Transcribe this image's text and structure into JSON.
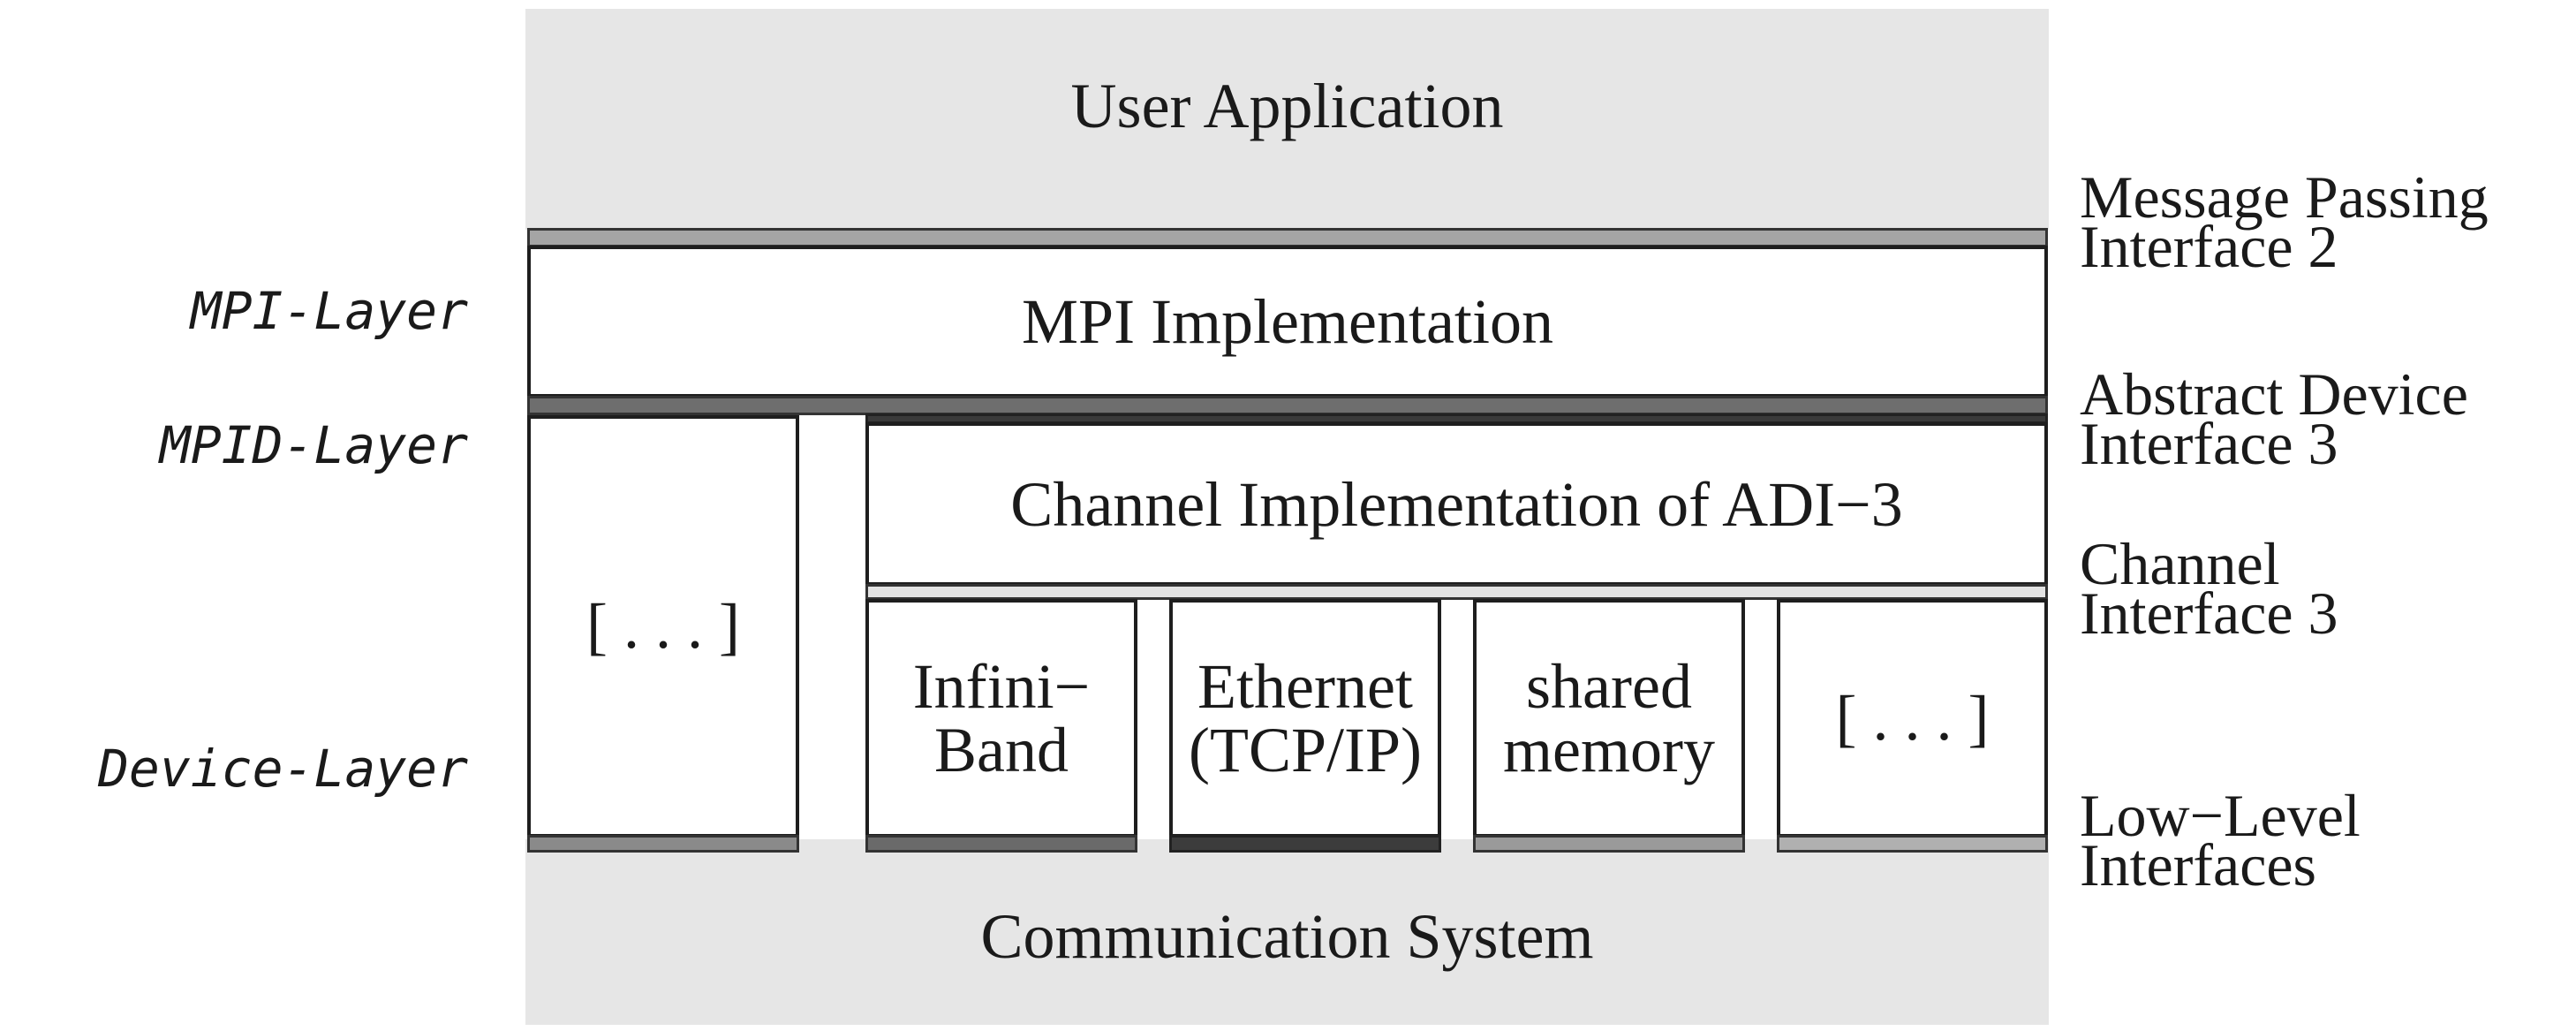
{
  "layers": {
    "mpi_layer": "MPI-Layer",
    "mpid_layer": "MPID-Layer",
    "device_layer": "Device-Layer"
  },
  "blocks": {
    "user_application": "User Application",
    "mpi_implementation": "MPI Implementation",
    "channel_implementation": "Channel Implementation of ADI−3",
    "other_device": "[ . . . ]",
    "communication_system": "Communication System"
  },
  "devices": [
    {
      "line1": "Infini−",
      "line2": "Band"
    },
    {
      "line1": "Ethernet",
      "line2": "(TCP/IP)"
    },
    {
      "line1": "shared",
      "line2": "memory"
    },
    {
      "line1": "[ . . . ]",
      "line2": ""
    }
  ],
  "interfaces": {
    "mpi2": {
      "line1": "Message Passing",
      "line2": "Interface 2"
    },
    "adi3": {
      "line1": "Abstract Device",
      "line2": "Interface 3"
    },
    "channel3": {
      "line1": "Channel",
      "line2": "Interface 3"
    },
    "low_level": {
      "line1": "Low−Level",
      "line2": "Interfaces"
    }
  }
}
